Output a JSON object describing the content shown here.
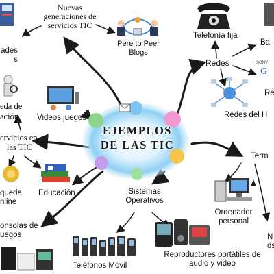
{
  "hub": {
    "title_line1": "EJEMPLOS",
    "title_line2": "DE LAS TIC"
  },
  "nodes": {
    "nuevas_generaciones": [
      "Nuevas",
      "generaciones de",
      "servicios TIC"
    ],
    "peer_blogs": [
      "Pere to Peer",
      "Blogs"
    ],
    "telefonia_fija": "Telefonía fija",
    "redes": "Redes",
    "ba": "Ba",
    "re": "Re",
    "redes_del_h": "Redes del H",
    "term": "Term",
    "ordenador_personal": [
      "Ordenador",
      "personal"
    ],
    "n_ds": [
      "N",
      "ds"
    ],
    "reproductores": [
      "Reproductores portátiles de",
      "audio y video"
    ],
    "telefonos_movil": "Teléfonos Móvil",
    "sistemas_operativos": [
      "Sistemas",
      "Operativos"
    ],
    "consolas": [
      "onsolas de",
      "uegos"
    ],
    "educacion": "Educación",
    "busqueda_online": [
      "queda",
      "nline"
    ],
    "servicios_tic": [
      "ervicios en",
      "las TIC"
    ],
    "videos_juegos": "Videos juegos",
    "busqueda_informacion": [
      "eda de",
      "ación"
    ],
    "comunidades": [
      "ades",
      "s"
    ]
  },
  "icons": {
    "telephone": "telephone-icon",
    "people_network": "people-network-icon",
    "network_globe": "network-globe-icon",
    "computer": "computer-icon",
    "mobile_phones": "mobile-phones-icon",
    "media_players": "media-players-icon",
    "game_consoles": "game-consoles-icon",
    "education_books": "books-icon",
    "video_game_scene": "video-game-icon",
    "search_figure": "search-figure-icon"
  },
  "colors": {
    "arrow": "#1a1a1a",
    "text": "#111111"
  }
}
